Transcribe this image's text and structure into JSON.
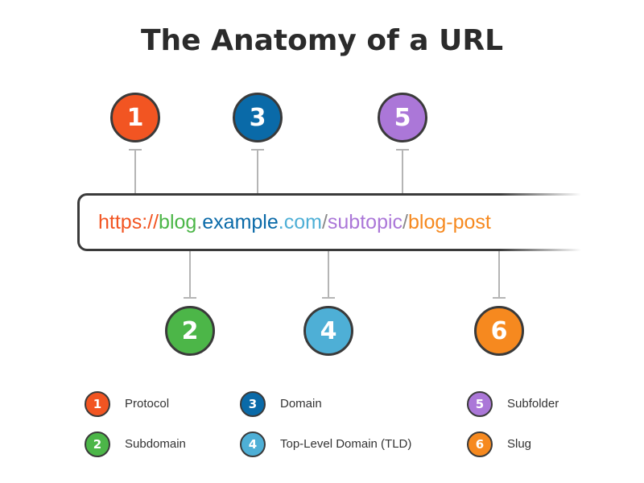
{
  "title": "The Anatomy of a URL",
  "url_segments": {
    "protocol": "https://",
    "subdomain": "blog",
    "dot1": ".",
    "domain": "example",
    "dot2": ".",
    "tld": "com",
    "slash1": "/",
    "subfolder": "subtopic",
    "slash2": "/",
    "slug": "blog-post"
  },
  "colors": {
    "protocol": "#f25522",
    "subdomain": "#4cb648",
    "domain": "#0a6aa8",
    "tld": "#4eafd6",
    "subfolder": "#ab77d8",
    "slug": "#f6891f",
    "separator": "#8a8a8a",
    "connector": "#b5b5b5"
  },
  "markers": [
    {
      "number": "1",
      "label": "Protocol",
      "color_key": "protocol"
    },
    {
      "number": "2",
      "label": "Subdomain",
      "color_key": "subdomain"
    },
    {
      "number": "3",
      "label": "Domain",
      "color_key": "domain"
    },
    {
      "number": "4",
      "label": "Top-Level Domain (TLD)",
      "color_key": "tld"
    },
    {
      "number": "5",
      "label": "Subfolder",
      "color_key": "subfolder"
    },
    {
      "number": "6",
      "label": "Slug",
      "color_key": "slug"
    }
  ]
}
